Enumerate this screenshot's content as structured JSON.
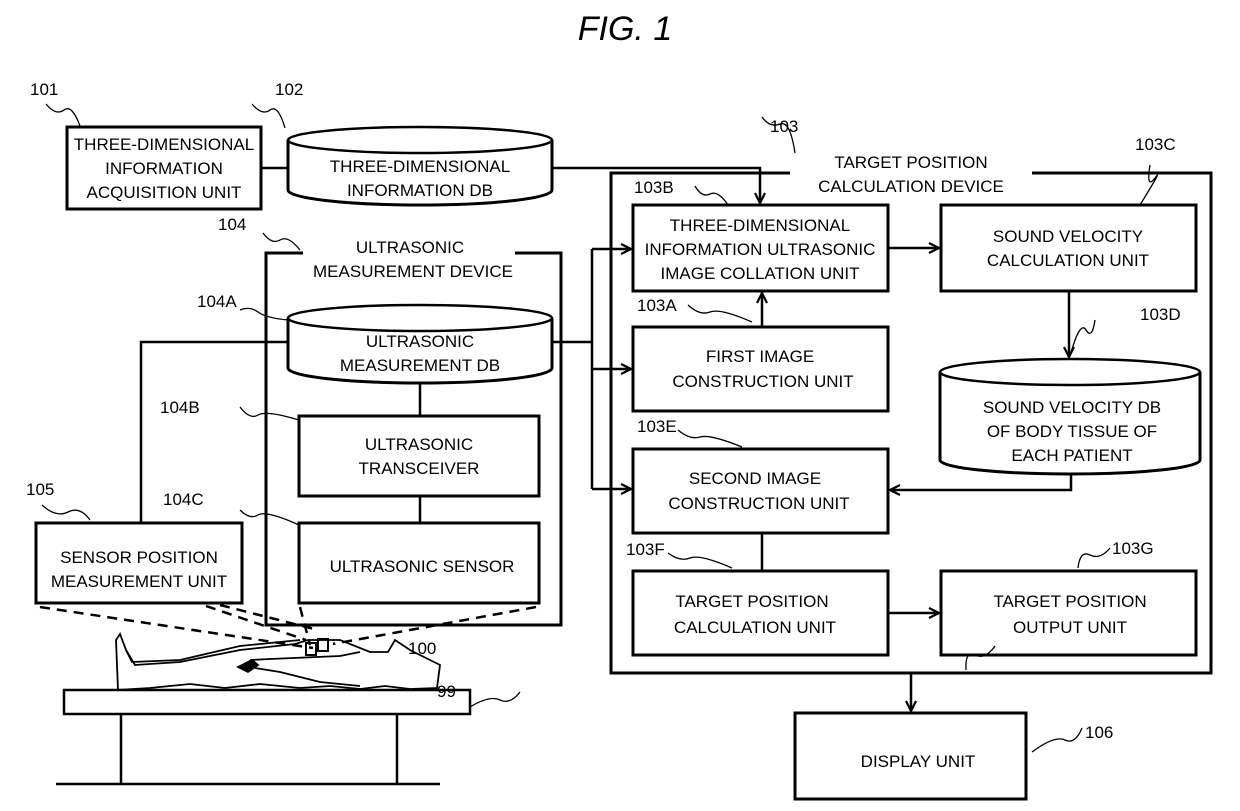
{
  "figure_title": "FIG. 1",
  "refs": {
    "r101": "101",
    "r102": "102",
    "r103": "103",
    "r103A": "103A",
    "r103B": "103B",
    "r103C": "103C",
    "r103D": "103D",
    "r103E": "103E",
    "r103F": "103F",
    "r103G": "103G",
    "r104": "104",
    "r104A": "104A",
    "r104B": "104B",
    "r104C": "104C",
    "r105": "105",
    "r106": "106",
    "r100": "100",
    "r99": "99"
  },
  "blocks": {
    "acq": [
      "THREE-DIMENSIONAL",
      "INFORMATION",
      "ACQUISITION UNIT"
    ],
    "db3d": [
      "THREE-DIMENSIONAL",
      "INFORMATION DB"
    ],
    "target_device": [
      "TARGET POSITION",
      "CALCULATION DEVICE"
    ],
    "us_device": [
      "ULTRASONIC",
      "MEASUREMENT DEVICE"
    ],
    "us_db": [
      "ULTRASONIC",
      "MEASUREMENT DB"
    ],
    "transceiver": [
      "ULTRASONIC",
      "TRANSCEIVER"
    ],
    "sensor": [
      "ULTRASONIC SENSOR"
    ],
    "sensor_pos": [
      "SENSOR POSITION",
      "MEASUREMENT UNIT"
    ],
    "collation": [
      "THREE-DIMENSIONAL",
      "INFORMATION ULTRASONIC",
      "IMAGE COLLATION UNIT"
    ],
    "sound_calc": [
      "SOUND VELOCITY",
      "CALCULATION UNIT"
    ],
    "first_img": [
      "FIRST IMAGE",
      "CONSTRUCTION UNIT"
    ],
    "sound_db": [
      "SOUND VELOCITY DB",
      "OF BODY TISSUE OF",
      "EACH PATIENT"
    ],
    "second_img": [
      "SECOND IMAGE",
      "CONSTRUCTION UNIT"
    ],
    "target_calc": [
      "TARGET POSITION",
      "CALCULATION UNIT"
    ],
    "target_out": [
      "TARGET POSITION",
      "OUTPUT UNIT"
    ],
    "display": [
      "DISPLAY UNIT"
    ]
  }
}
